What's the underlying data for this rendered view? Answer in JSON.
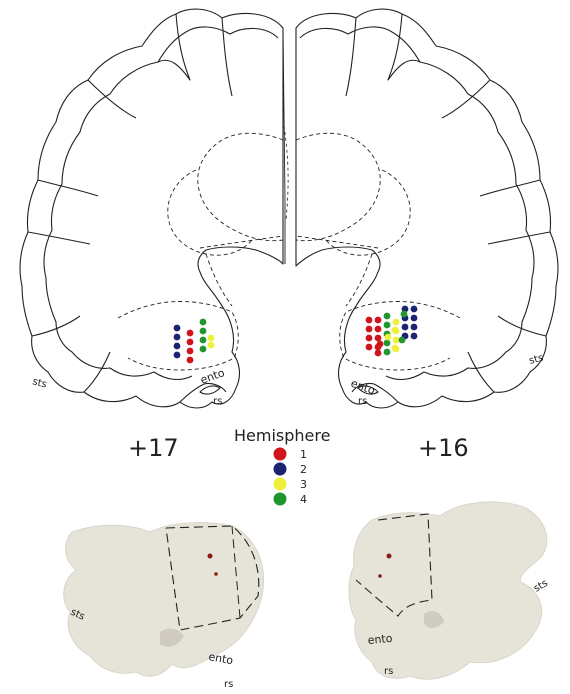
{
  "sections": {
    "left": {
      "label": "+17",
      "sulci": {
        "sts": "sts",
        "ento": "ento",
        "rs": "rs"
      }
    },
    "right": {
      "label": "+16",
      "sulci": {
        "sts": "sts",
        "ento": "ento",
        "rs": "rs"
      }
    }
  },
  "legend": {
    "title": "Hemisphere",
    "items": [
      {
        "label": "1",
        "color": "#d0141c"
      },
      {
        "label": "2",
        "color": "#1a2470"
      },
      {
        "label": "3",
        "color": "#eef03a"
      },
      {
        "label": "4",
        "color": "#22962e"
      }
    ]
  },
  "photos": {
    "left": {
      "sulci": {
        "sts": "sts",
        "ento": "ento",
        "rs": "rs"
      }
    },
    "right": {
      "sulci": {
        "sts": "sts",
        "ento": "ento",
        "rs": "rs"
      }
    }
  },
  "colors": {
    "outline": "#222222",
    "tissue": "#e6e4d9",
    "lesion": "#8a1a14"
  }
}
